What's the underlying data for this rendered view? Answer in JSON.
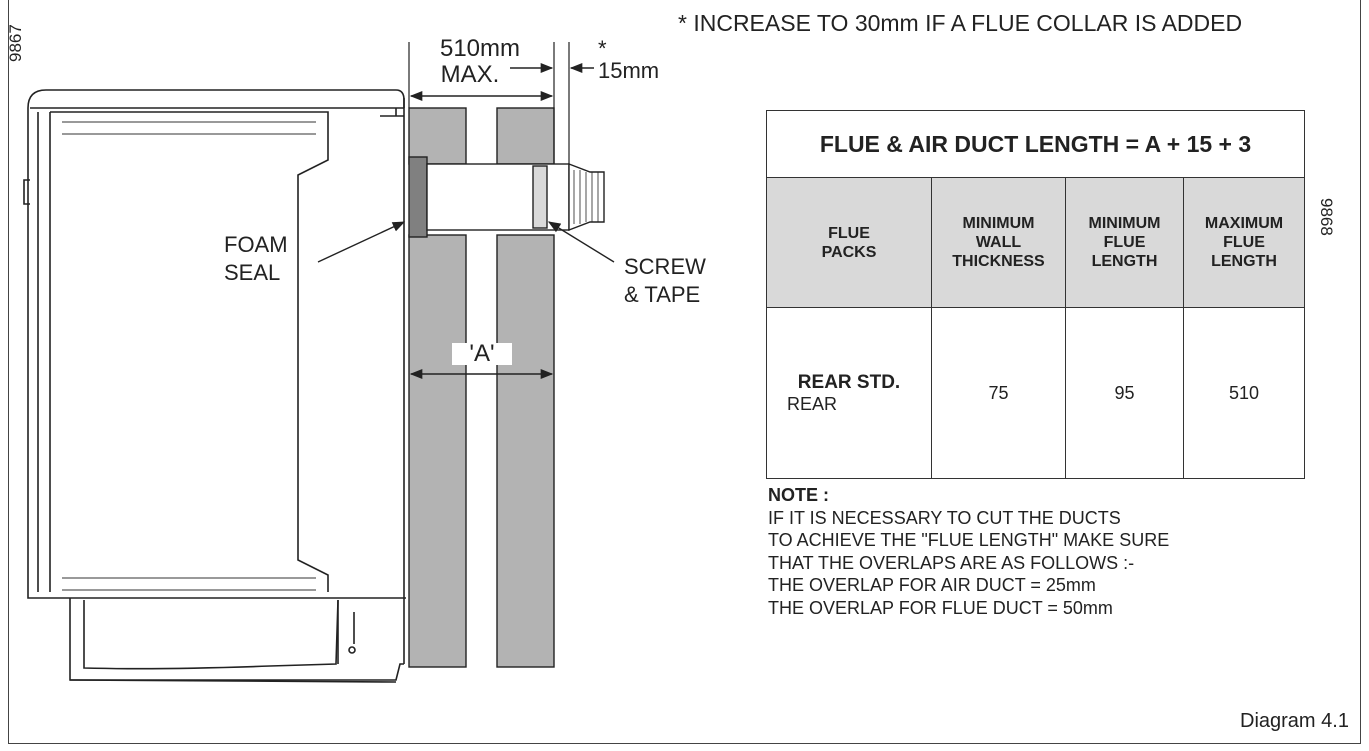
{
  "diagram_ids": {
    "left": "9867",
    "right": "9868"
  },
  "top_note": "* INCREASE TO 30mm IF A FLUE COLLAR IS ADDED",
  "dimensions": {
    "max_line1": "510mm",
    "max_line2": "MAX.",
    "star": "*",
    "clearance": "15mm",
    "wall": "'A'"
  },
  "labels": {
    "foam_line1": "FOAM",
    "foam_line2": "SEAL",
    "screw_line1": "SCREW",
    "screw_line2": "& TAPE"
  },
  "table": {
    "title": "FLUE & AIR DUCT LENGTH = A + 15 + 3",
    "headers": [
      [
        "FLUE",
        "PACKS"
      ],
      [
        "MINIMUM",
        "WALL",
        "THICKNESS"
      ],
      [
        "MINIMUM",
        "FLUE",
        "LENGTH"
      ],
      [
        "MAXIMUM",
        "FLUE",
        "LENGTH"
      ]
    ],
    "row": {
      "pack_main": "REAR STD.",
      "pack_sub": "REAR",
      "min_wall": "75",
      "min_flue": "95",
      "max_flue": "510"
    }
  },
  "note": {
    "heading": "NOTE :",
    "lines": [
      "IF IT IS NECESSARY TO CUT THE DUCTS",
      "TO ACHIEVE THE \"FLUE LENGTH\" MAKE SURE",
      "THAT THE OVERLAPS ARE AS FOLLOWS :-",
      "THE OVERLAP FOR AIR DUCT = 25mm",
      "THE OVERLAP FOR FLUE DUCT = 50mm"
    ]
  },
  "caption": "Diagram 4.1",
  "colors": {
    "wall_fill": "#b3b3b3",
    "foam_fill": "#808080",
    "header_fill": "#d9d9d9",
    "line": "#222222"
  }
}
